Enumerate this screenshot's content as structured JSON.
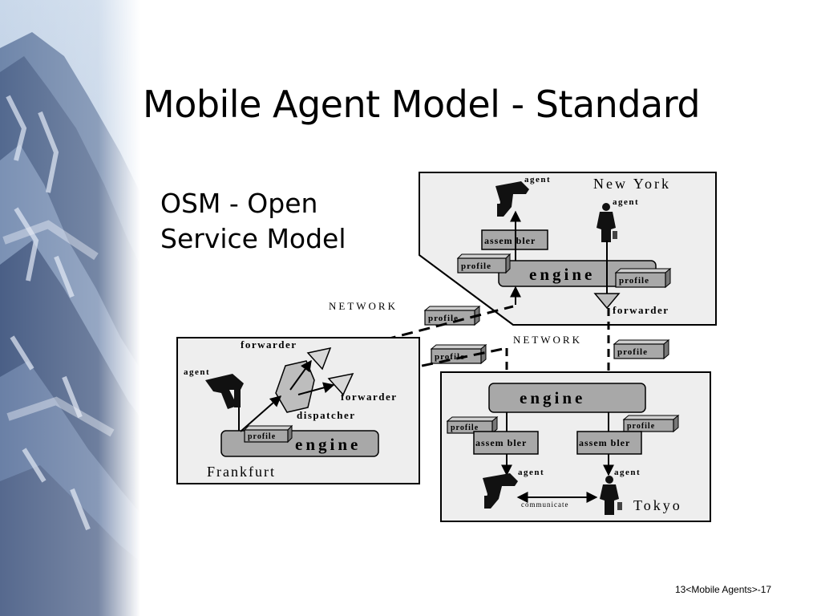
{
  "slide": {
    "title": "Mobile Agent Model - Standard",
    "subtitle_lines": [
      "OSM - Open",
      "Service Model"
    ],
    "footer": "13<Mobile Agents>-17"
  },
  "diagram": {
    "new_york": {
      "city": "New York",
      "agent_top": "agent",
      "agent_right": "agent",
      "assembler": "assem bler",
      "profile_left": "profile",
      "profile_right": "profile",
      "engine": "engine",
      "forwarder": "forwarder"
    },
    "network_left": "NETWORK",
    "network_right": "NETWORK",
    "transit_profiles": [
      "profile",
      "profile",
      "profile"
    ],
    "frankfurt": {
      "city": "Frankfurt",
      "agent": "agent",
      "forwarder_top": "forwarder",
      "forwarder_right": "forwarder",
      "dispatcher": "dispatcher",
      "profile": "profile",
      "engine": "engine"
    },
    "tokyo": {
      "city": "Tokyo",
      "engine": "engine",
      "profile_left": "profile",
      "profile_right": "profile",
      "assembler_left": "assem bler",
      "assembler_right": "assem bler",
      "agent_left": "agent",
      "agent_right": "agent",
      "communicate": "communicate"
    },
    "colors": {
      "box_fill": "#a8a8a8",
      "panel_fill": "#eeeeee",
      "stroke": "#000000"
    }
  }
}
